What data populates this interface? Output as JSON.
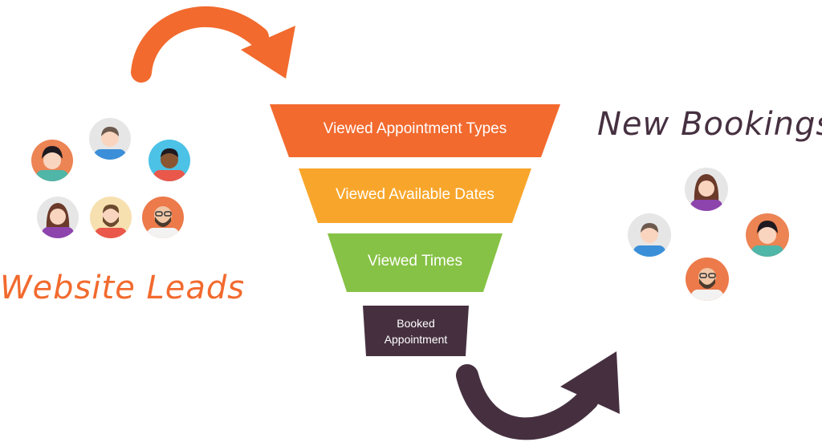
{
  "colors": {
    "orange": "#f26a2e",
    "amber": "#f8a62b",
    "green": "#86c245",
    "plum": "#463040",
    "leads_text": "#f26a2e",
    "bookings_text": "#463040"
  },
  "leads": {
    "title": "Website Leads"
  },
  "bookings": {
    "title": "New Bookings"
  },
  "funnel": {
    "stages": [
      {
        "label": "Viewed Appointment Types",
        "color": "#f26a2e"
      },
      {
        "label": "Viewed Available Dates",
        "color": "#f8a62b"
      },
      {
        "label": "Viewed Times",
        "color": "#86c245"
      },
      {
        "label": "Booked\nAppointment",
        "color": "#463040"
      }
    ]
  },
  "icons": {
    "top_arrow": "curved-arrow-icon",
    "bottom_arrow": "curved-arrow-icon",
    "avatar": "person-avatar-icon"
  }
}
